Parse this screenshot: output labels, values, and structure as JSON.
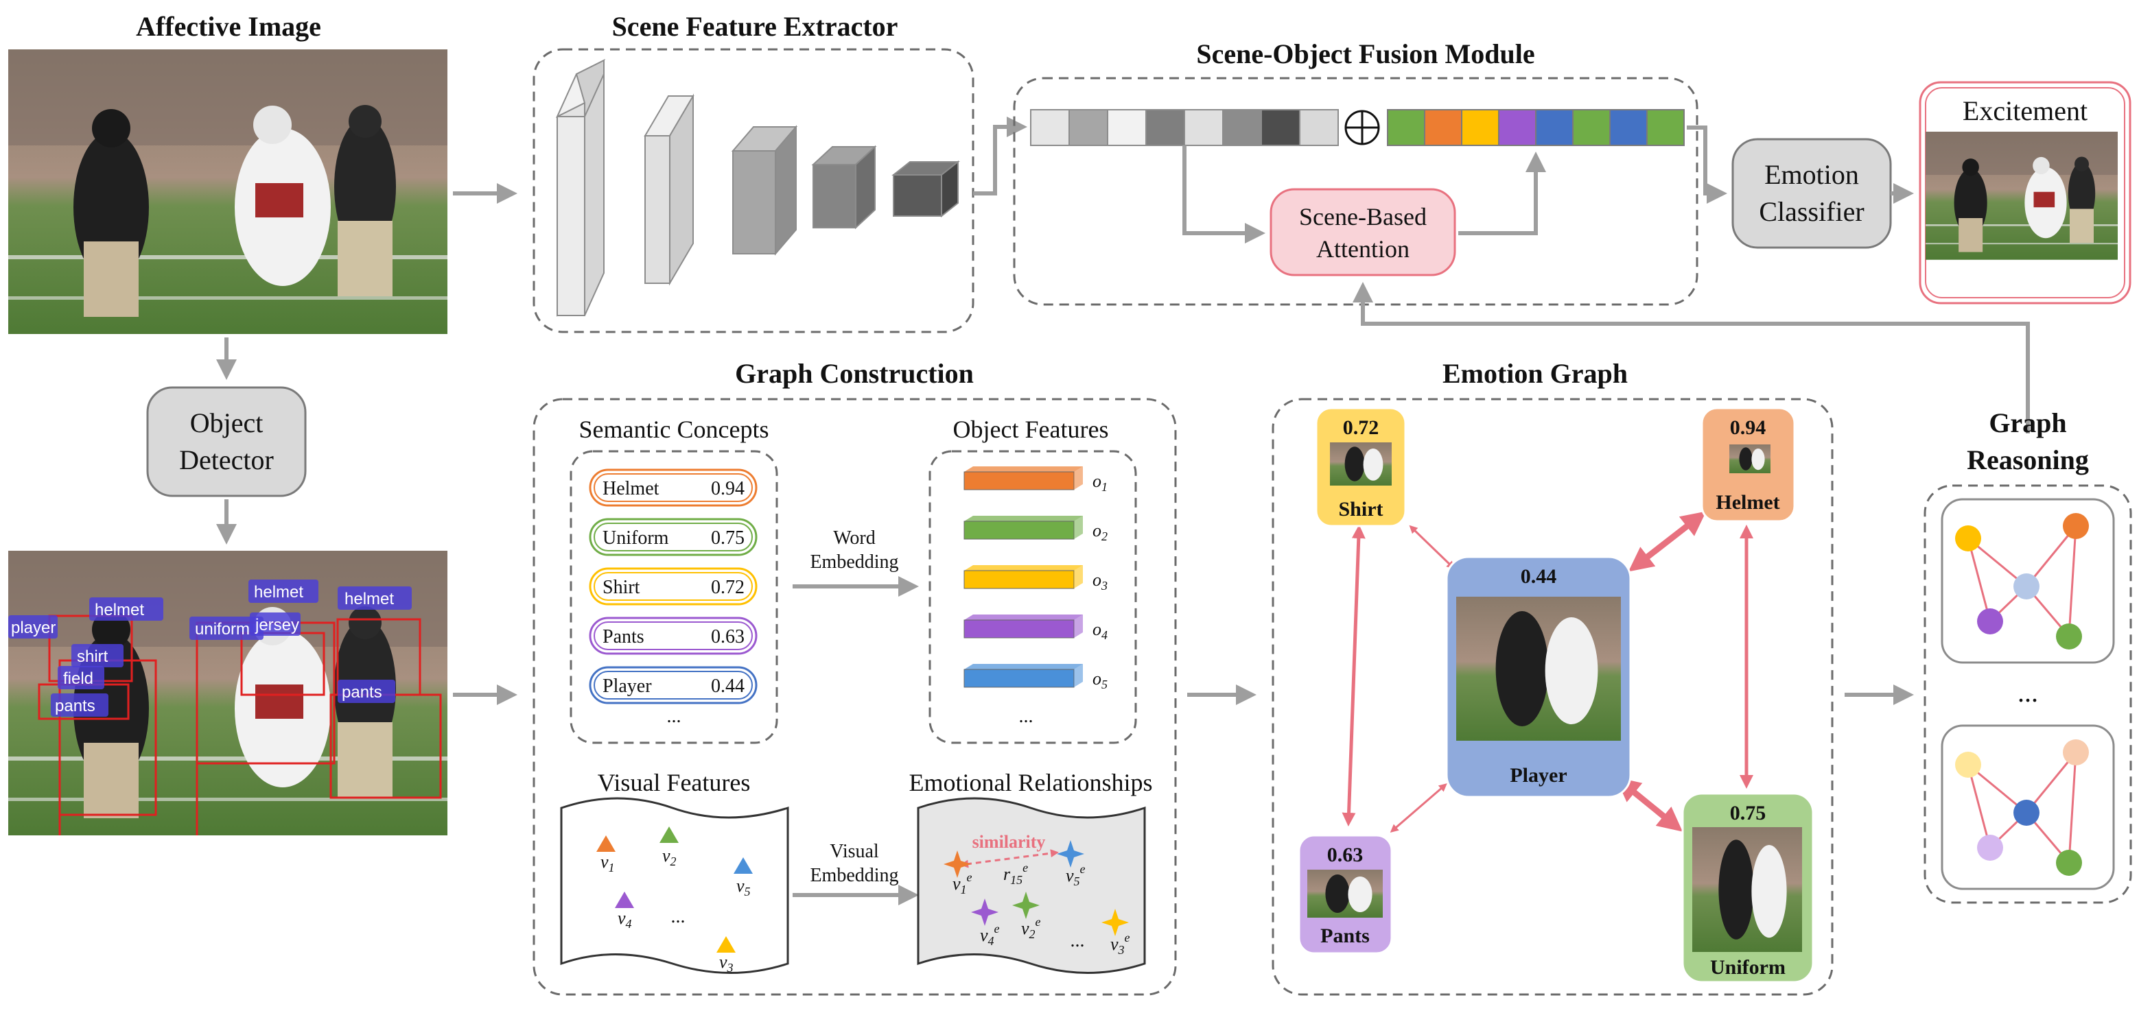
{
  "titles": {
    "affective_image": "Affective Image",
    "scene_extractor": "Scene Feature Extractor",
    "fusion_module": "Scene-Object Fusion Module",
    "graph_construction": "Graph Construction",
    "emotion_graph": "Emotion Graph",
    "graph_reasoning_1": "Graph",
    "graph_reasoning_2": "Reasoning"
  },
  "boxes": {
    "object_detector_1": "Object",
    "object_detector_2": "Detector",
    "attention_1": "Scene-Based",
    "attention_2": "Attention",
    "classifier_1": "Emotion",
    "classifier_2": "Classifier",
    "output_label": "Excitement",
    "oplus": "⊕"
  },
  "detector_tags": [
    "helmet",
    "helmet",
    "helmet",
    "player",
    "uniform",
    "jersey",
    "shirt",
    "field",
    "pants",
    "pants"
  ],
  "semantic": {
    "title": "Semantic Concepts",
    "items": [
      {
        "label": "Helmet",
        "score": "0.94",
        "color": "#ed7d31"
      },
      {
        "label": "Uniform",
        "score": "0.75",
        "color": "#70ad47"
      },
      {
        "label": "Shirt",
        "score": "0.72",
        "color": "#ffc000"
      },
      {
        "label": "Pants",
        "score": "0.63",
        "color": "#9b59d0"
      },
      {
        "label": "Player",
        "score": "0.44",
        "color": "#4472c4"
      }
    ],
    "ellipsis": "..."
  },
  "word_embedding": {
    "line1": "Word",
    "line2": "Embedding"
  },
  "object_features": {
    "title": "Object Features",
    "labels": [
      "o",
      "o",
      "o",
      "o",
      "o"
    ],
    "subs": [
      "1",
      "2",
      "3",
      "4",
      "5"
    ],
    "colors": [
      "#ed7d31",
      "#70ad47",
      "#ffc000",
      "#9b59d0",
      "#4a90d9"
    ],
    "ellipsis": "..."
  },
  "visual_features": {
    "title": "Visual Features",
    "labels": [
      "v",
      "v",
      "v",
      "v",
      "v"
    ],
    "subs": [
      "1",
      "2",
      "5",
      "4",
      "3"
    ],
    "ellipsis": "..."
  },
  "visual_embedding": {
    "line1": "Visual",
    "line2": "Embedding"
  },
  "emotional_relationships": {
    "title": "Emotional Relationships",
    "similarity": "similarity",
    "r_label": "r",
    "r_sub": "15",
    "r_sup": "e",
    "node_labels": [
      "v",
      "v",
      "v",
      "v",
      "v"
    ],
    "node_subs": [
      "1",
      "5",
      "4",
      "2",
      "3"
    ],
    "node_sup": "e",
    "ellipsis": "..."
  },
  "emotion_graph": {
    "shirt": {
      "score": "0.72",
      "label": "Shirt",
      "color": "#ffd966"
    },
    "helmet": {
      "score": "0.94",
      "label": "Helmet",
      "color": "#f4b183"
    },
    "player": {
      "score": "0.44",
      "label": "Player",
      "color": "#8faadc"
    },
    "pants": {
      "score": "0.63",
      "label": "Pants",
      "color": "#c9a8e8"
    },
    "uniform": {
      "score": "0.75",
      "label": "Uniform",
      "color": "#a9d18e"
    }
  },
  "reasoning_ellipsis": "...",
  "colors": {
    "arrow_gray": "#9e9e9e",
    "edge_red": "#e8717f",
    "attention_fill": "#f9d3d8",
    "attention_stroke": "#e8717f",
    "gray_box": "#d9d9d9"
  }
}
